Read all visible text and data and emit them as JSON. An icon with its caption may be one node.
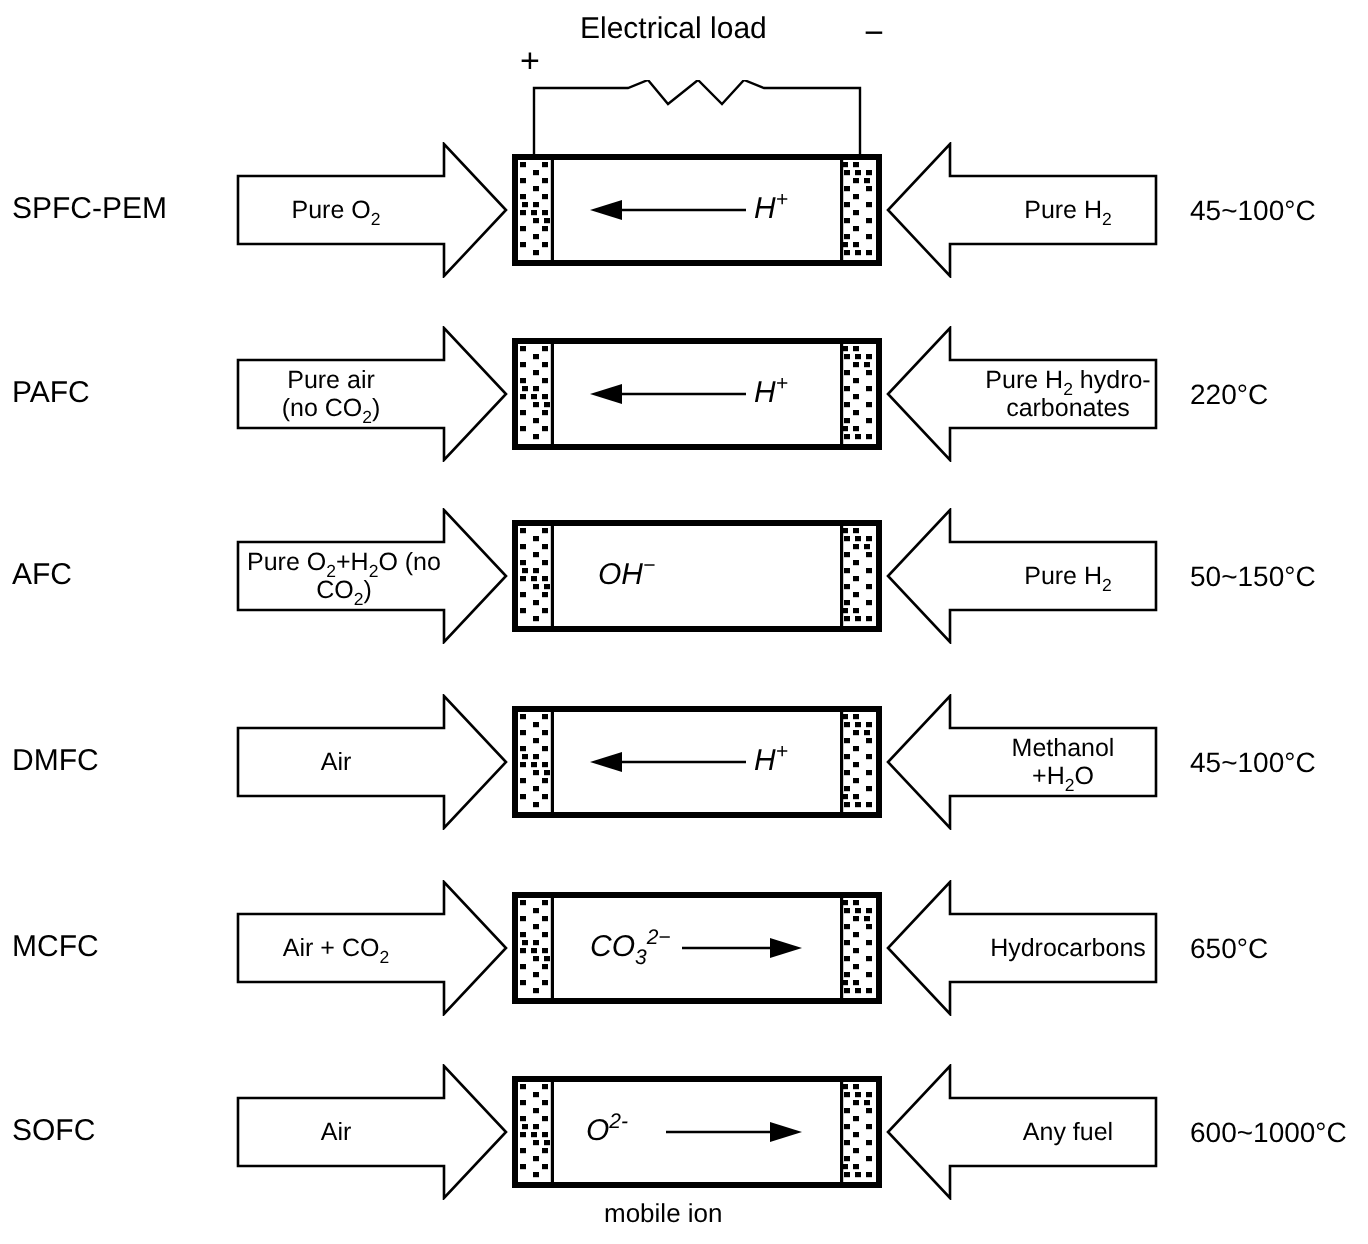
{
  "diagram": {
    "nodes": [
      {
        "text": [
          "H$^{+}$"
        ]
      },
      {
        "text": [
          "H$^{+}$"
        ]
      },
      {
        "text": [
          "OH$^{−}$"
        ]
      },
      {
        "text": [
          "H$^{+}$"
        ]
      },
      {
        "text": [
          "CO$_{3}$$^{2−}$"
        ]
      },
      {
        "text": [
          "O$^{2-}$"
        ]
      }
    ],
    "edges": [
      {
        "from": null,
        "to": 0,
        "arrow": "to",
        "label": "Pure O$_{2}$"
      },
      {
        "from": null,
        "to": 0,
        "arrow": "to",
        "label": "Pure H$_{2}$"
      },
      {
        "from": null,
        "to": 1,
        "arrow": "to",
        "label": "Pure air (no CO$_{2}$)"
      },
      {
        "from": null,
        "to": 1,
        "arrow": "to",
        "label": "Pure H$_{2}$ hydro- carbonates"
      },
      {
        "from": null,
        "to": 2,
        "arrow": "to",
        "label": "Pure O$_{2}$+H$_{2}$O (no CO$_{2}$)"
      },
      {
        "from": null,
        "to": 2,
        "arrow": "to",
        "label": "Pure H$_{2}$"
      },
      {
        "from": null,
        "to": 3,
        "arrow": "to",
        "label": "Air"
      },
      {
        "from": null,
        "to": 3,
        "arrow": "to",
        "label": "Methanol +H$_{2}$O"
      },
      {
        "from": null,
        "to": 4,
        "arrow": "to",
        "label": "Air + CO$_{2}$"
      },
      {
        "from": null,
        "to": 4,
        "arrow": "to",
        "label": "Hydrocarbons"
      },
      {
        "from": null,
        "to": 5,
        "arrow": "to",
        "label": "Air"
      },
      {
        "from": null,
        "to": 5,
        "arrow": "to",
        "label": "Any fuel"
      }
    ],
    "labels": [
      "Electrical load",
      "−",
      "+",
      "SPFC-PEM",
      "45~100°C",
      "PAFC",
      "220°C",
      "AFC",
      "50~150°C",
      "DMFC",
      "45~100°C",
      "MCFC",
      "650°C",
      "SOFC",
      "600~1000°C",
      "mobile ion"
    ]
  }
}
